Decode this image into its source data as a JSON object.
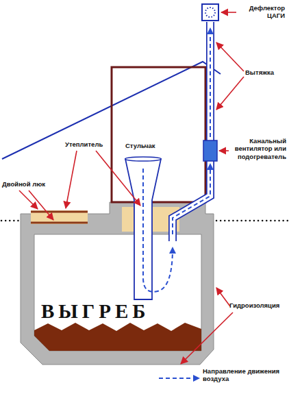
{
  "diagram": {
    "labels": [
      "Дефлектор ЦАГИ",
      "Вытяжка",
      "Канальный вентилятор или подогреватель",
      "Утеплитель",
      "Стульчак",
      "Двойной люк",
      "ВЫГРЕБ",
      "Гидроизоляция"
    ],
    "legend": [
      {
        "text": "Направление движения воздуха"
      }
    ]
  }
}
